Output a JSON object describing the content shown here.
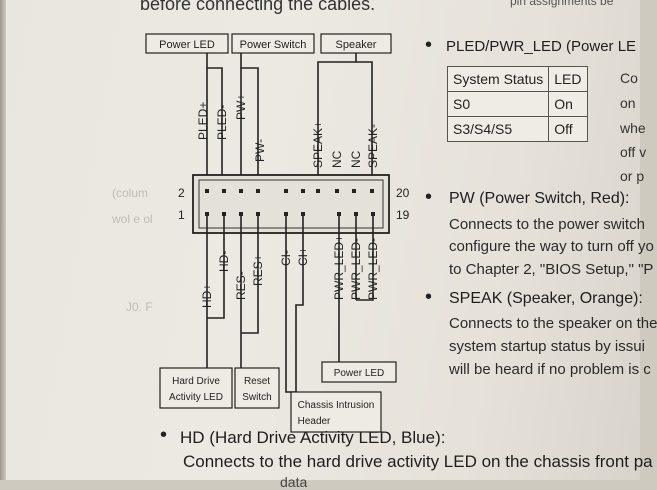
{
  "top_text": "before connecting the cables.",
  "top_right_text": "pin assignments be",
  "diagram": {
    "top_boxes": [
      "Power LED",
      "Power Switch",
      "Speaker"
    ],
    "top_pin_labels": [
      "PLED+",
      "PLED-",
      "PW+",
      "PW-",
      "SPEAK+",
      "NC",
      "NC",
      "SPEAK-"
    ],
    "bottom_pin_labels": [
      "HD+",
      "HD-",
      "RES-",
      "RES+",
      "CI-",
      "CI+",
      "PWR_LED+",
      "PWR_LED-",
      "PWR_LED-"
    ],
    "row_numbers": {
      "top_left": "2",
      "bottom_left": "1",
      "top_right": "20",
      "bottom_right": "19"
    },
    "bottom_boxes": {
      "hd_line1": "Hard Drive",
      "hd_line2": "Activity LED",
      "reset_line1": "Reset",
      "reset_line2": "Switch",
      "chassis_line1": "Chassis Intrusion",
      "chassis_line2": "Header",
      "power_led": "Power LED"
    }
  },
  "pled_section": {
    "bullet": "•",
    "heading": "PLED/PWR_LED (Power LE",
    "table": {
      "headers": [
        "System Status",
        "LED"
      ],
      "rows": [
        [
          "S0",
          "On"
        ],
        [
          "S3/S4/S5",
          "Off"
        ]
      ]
    },
    "side_fragments": [
      "Co",
      "on",
      "whe",
      "off v",
      "or p"
    ]
  },
  "pw_section": {
    "bullet": "•",
    "heading": "PW (Power Switch, Red):",
    "lines": [
      "Connects to the power switch",
      "configure the way to turn off yo",
      "to Chapter 2, \"BIOS Setup,\" \"P"
    ]
  },
  "speak_section": {
    "bullet": "•",
    "heading": "SPEAK (Speaker, Orange):",
    "lines": [
      "Connects to the speaker on the",
      "system startup status by issui",
      "will be heard if no problem is c"
    ]
  },
  "hd_section": {
    "bullet": "•",
    "heading": "HD (Hard Drive Activity LED, Blue):",
    "line1": "Connects to the hard drive activity LED on the chassis front pa",
    "line2": "data"
  },
  "ghost_text": [
    "(colum",
    "wol e ol",
    "J0. F"
  ]
}
